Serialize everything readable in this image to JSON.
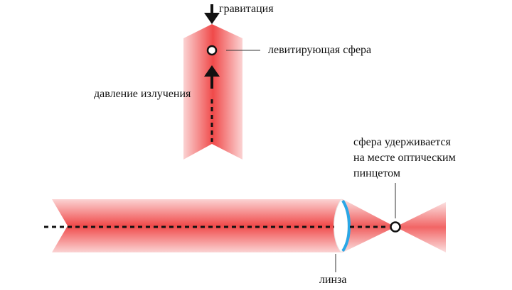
{
  "labels": {
    "gravity": "гравитация",
    "levitating_sphere": "левитирующая сфера",
    "radiation_pressure": "давление излучения",
    "sphere_held": [
      "сфера удерживается",
      "на месте оптическим",
      "пинцетом"
    ],
    "lens": "линза"
  },
  "colors": {
    "beam_core": "#f04a4a",
    "beam_edge": "#fbd3d3",
    "lens_fill": "#ffffff",
    "lens_edge": "#2aa7e6",
    "ink": "#111111"
  }
}
